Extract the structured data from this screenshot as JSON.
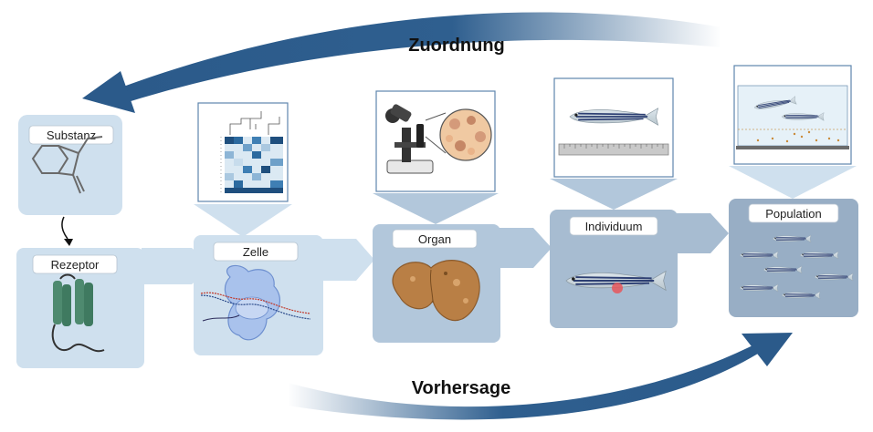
{
  "arrows": {
    "top_label": "Zuordnung",
    "bottom_label": "Vorhersage",
    "color": "#2b5a8a"
  },
  "stages": [
    {
      "key": "substanz",
      "label": "Substanz"
    },
    {
      "key": "rezeptor",
      "label": "Rezeptor"
    },
    {
      "key": "zelle",
      "label": "Zelle"
    },
    {
      "key": "organ",
      "label": "Organ"
    },
    {
      "key": "individuum",
      "label": "Individuum"
    },
    {
      "key": "population",
      "label": "Population"
    }
  ],
  "colors": {
    "box_light": "#cfe0ee",
    "box_mid": "#b2c7db",
    "box_dark": "#98aec5",
    "fish_stripe": "#2d3f73",
    "fish_body": "#c9d6de"
  }
}
